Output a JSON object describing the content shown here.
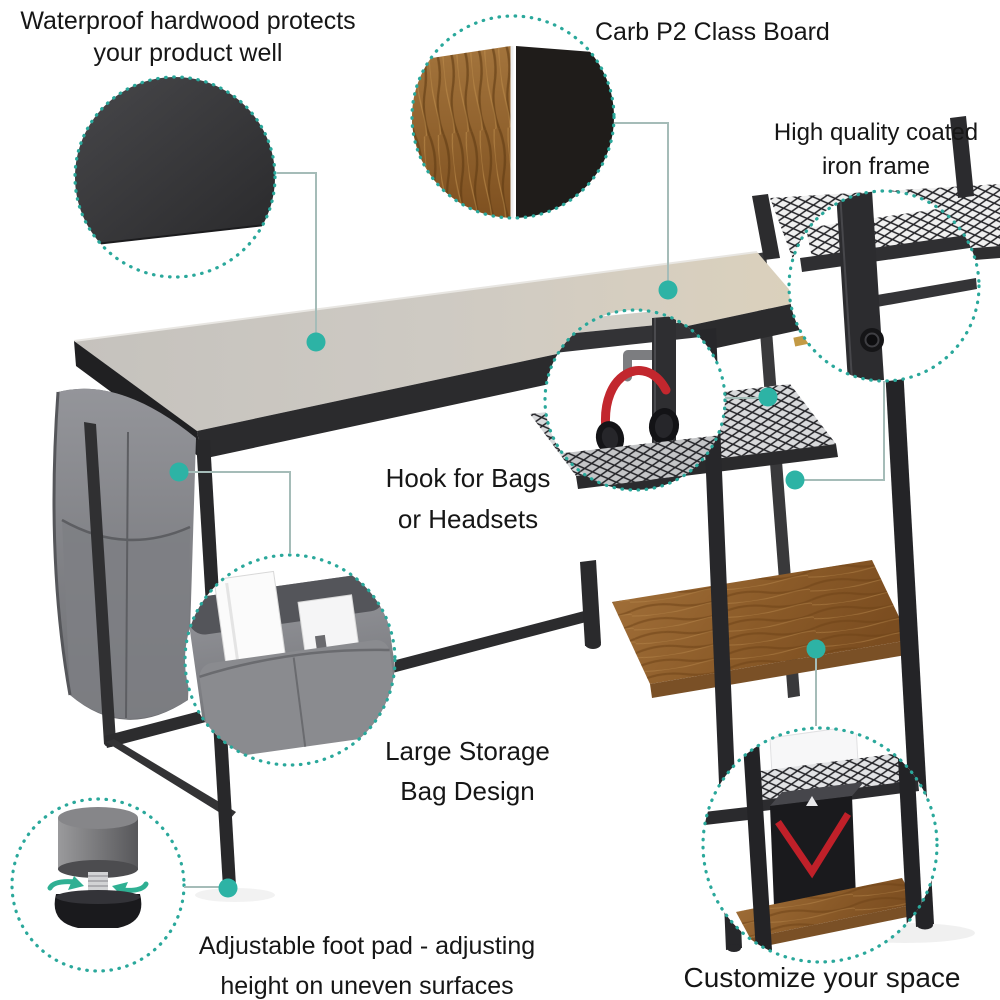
{
  "annotations": {
    "waterproof": {
      "line1": "Waterproof hardwood protects",
      "line2": "your product well"
    },
    "carb": {
      "line1": "Carb P2 Class Board"
    },
    "iron_frame": {
      "line1": "High quality coated",
      "line2": "iron frame"
    },
    "hook": {
      "line1": "Hook for Bags",
      "line2": "or Headsets"
    },
    "storage_bag": {
      "line1": "Large Storage",
      "line2": "Bag Design"
    },
    "foot_pad": {
      "line1": "Adjustable foot pad - adjusting",
      "line2": "height on uneven surfaces"
    },
    "customize": {
      "line1": "Customize your space"
    }
  },
  "style": {
    "accent_teal": "#2aa89b",
    "dot_teal": "#2db3a5",
    "connector_line": "#a5bcb8",
    "text_color": "#161616",
    "frame_black": "#2a2a2d",
    "desktop_gray": "#cbc7c1",
    "wood_brown": "#96662f",
    "bag_gray": "#85868a",
    "headphone_red": "#c2272e",
    "background": "#ffffff"
  }
}
